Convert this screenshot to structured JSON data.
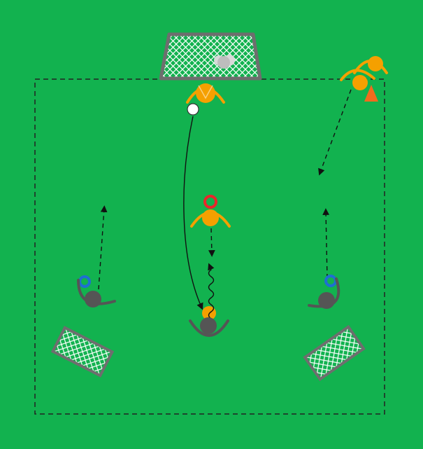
{
  "colors": {
    "pitch": "#12b24f",
    "dash": "#222222",
    "net": "#6e6e6e",
    "attacker": "#f5a000",
    "defender": "#555555",
    "red_marker": "#e8262b",
    "blue_marker": "#1f6fd1",
    "cone": "#f26b1d",
    "ball": "#ffffff"
  },
  "elements": {
    "main_goal": "goal",
    "goalkeeper": "goalkeeper",
    "ball": "ball",
    "cone": "cone",
    "small_goals": [
      "small-goal-left",
      "small-goal-right"
    ],
    "attackers": [
      "attacker-top-right",
      "attacker-cone",
      "attacker-top",
      "attacker-center"
    ],
    "defenders": [
      "defender-left",
      "defender-center",
      "defender-right"
    ],
    "markers": [
      "red-marker-center",
      "blue-marker-left",
      "blue-marker-right"
    ]
  }
}
